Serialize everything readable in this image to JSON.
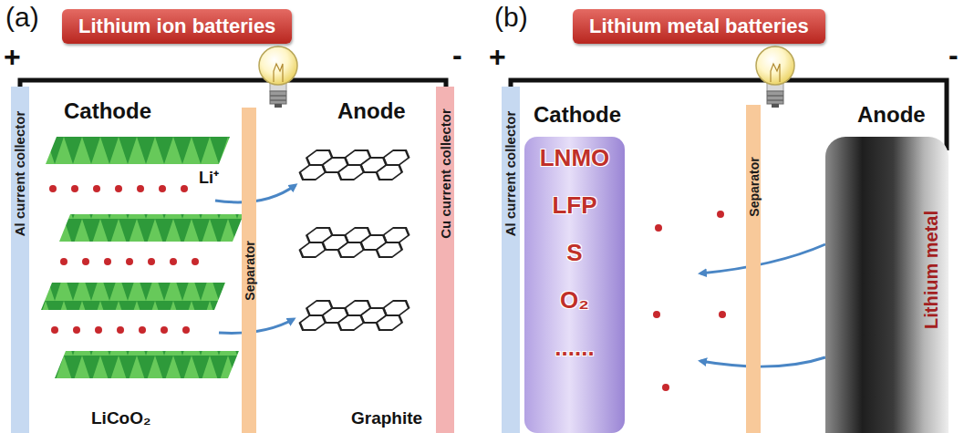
{
  "diagram": {
    "nodes": [
      {
        "text": [
          "Lithium ion batteries"
        ]
      },
      {
        "text": [
          "Al current collector"
        ]
      },
      {
        "text": [
          "Separator"
        ]
      },
      {
        "text": [
          "Cu current collector"
        ]
      },
      {
        "text": [
          "Lithium metal batteries"
        ]
      },
      {
        "text": [
          "Al current collector"
        ]
      },
      {
        "text": [
          "LNMO",
          "LFP",
          "S",
          "O₂",
          "......"
        ]
      },
      {
        "text": [
          "Separator"
        ]
      },
      {
        "text": [
          "Lithium metal"
        ]
      }
    ],
    "labels": [
      "(a)",
      "+",
      "-",
      "Cathode",
      "Anode",
      "Li⁺",
      "LiCoO₂",
      "Graphite",
      "(b)",
      "+",
      "-",
      "Cathode",
      "Anode"
    ]
  }
}
